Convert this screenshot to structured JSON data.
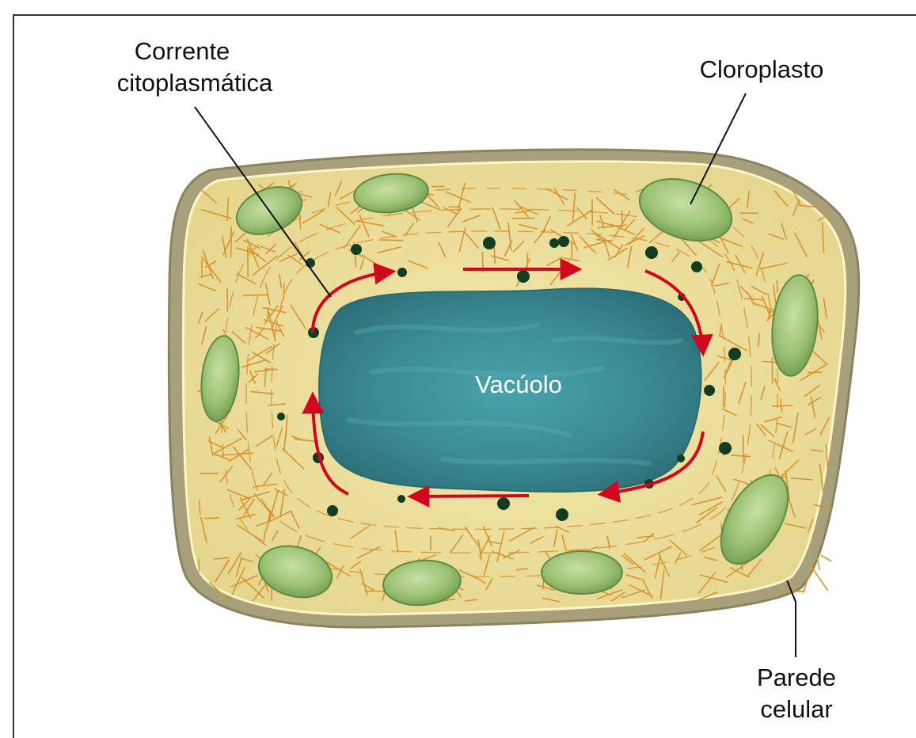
{
  "labels": {
    "streaming_line1": "Corrente",
    "streaming_line2": "citoplasmática",
    "chloroplast": "Cloroplasto",
    "vacuole": "Vacúolo",
    "wall_line1": "Parede",
    "wall_line2": "celular"
  },
  "colors": {
    "cell_wall": "#a8a07a",
    "cytoplasm": "#ecdf9a",
    "fibers": "#d9932f",
    "chloroplast": "#9cc274",
    "vacuole": "#3d8f98",
    "arrow": "#d1081d",
    "granules": "#123d22"
  }
}
